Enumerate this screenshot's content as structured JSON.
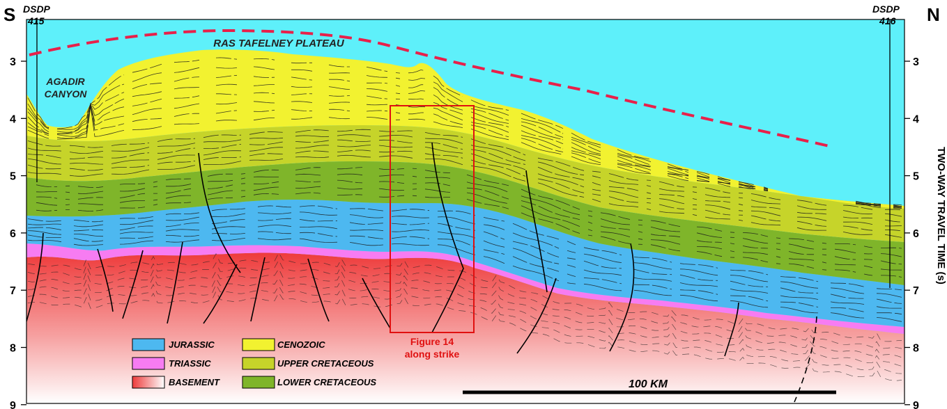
{
  "ends": {
    "left": "S",
    "right": "N"
  },
  "wells": [
    {
      "line1": "DSDP",
      "line2": "415"
    },
    {
      "line1": "DSDP",
      "line2": "416"
    }
  ],
  "axis": {
    "label": "TWO-WAY TRAVEL TIME (s)",
    "ticks": [
      "3",
      "4",
      "5",
      "6",
      "7",
      "8",
      "9"
    ]
  },
  "annotations": {
    "plateau": "RAS TAFELNEY PLATEAU",
    "canyon_line1": "AGADIR",
    "canyon_line2": "CANYON",
    "figure_line1": "Figure 14",
    "figure_line2": "along strike",
    "scale": "100 KM"
  },
  "legend": [
    {
      "label": "JURASSIC",
      "color": "#4db8f0"
    },
    {
      "label": "CENOZOIC",
      "color": "#f2f230"
    },
    {
      "label": "TRIASSIC",
      "color": "#f77cf2"
    },
    {
      "label": "UPPER CRETACEOUS",
      "color": "#c6d42a"
    },
    {
      "label": "BASEMENT",
      "color": "#ee3b3b"
    },
    {
      "label": "LOWER CRETACEOUS",
      "color": "#7fb52a"
    }
  ],
  "colors": {
    "water": "#5ef0fa",
    "cenozoic": "#f2f230",
    "upper_cretaceous": "#c6d42a",
    "lower_cretaceous": "#7fb52a",
    "jurassic": "#4db8f0",
    "triassic": "#f77cf2",
    "basement": "#ee3b3b",
    "dashed_line": "#e8204a",
    "figure_box": "#e01010"
  }
}
